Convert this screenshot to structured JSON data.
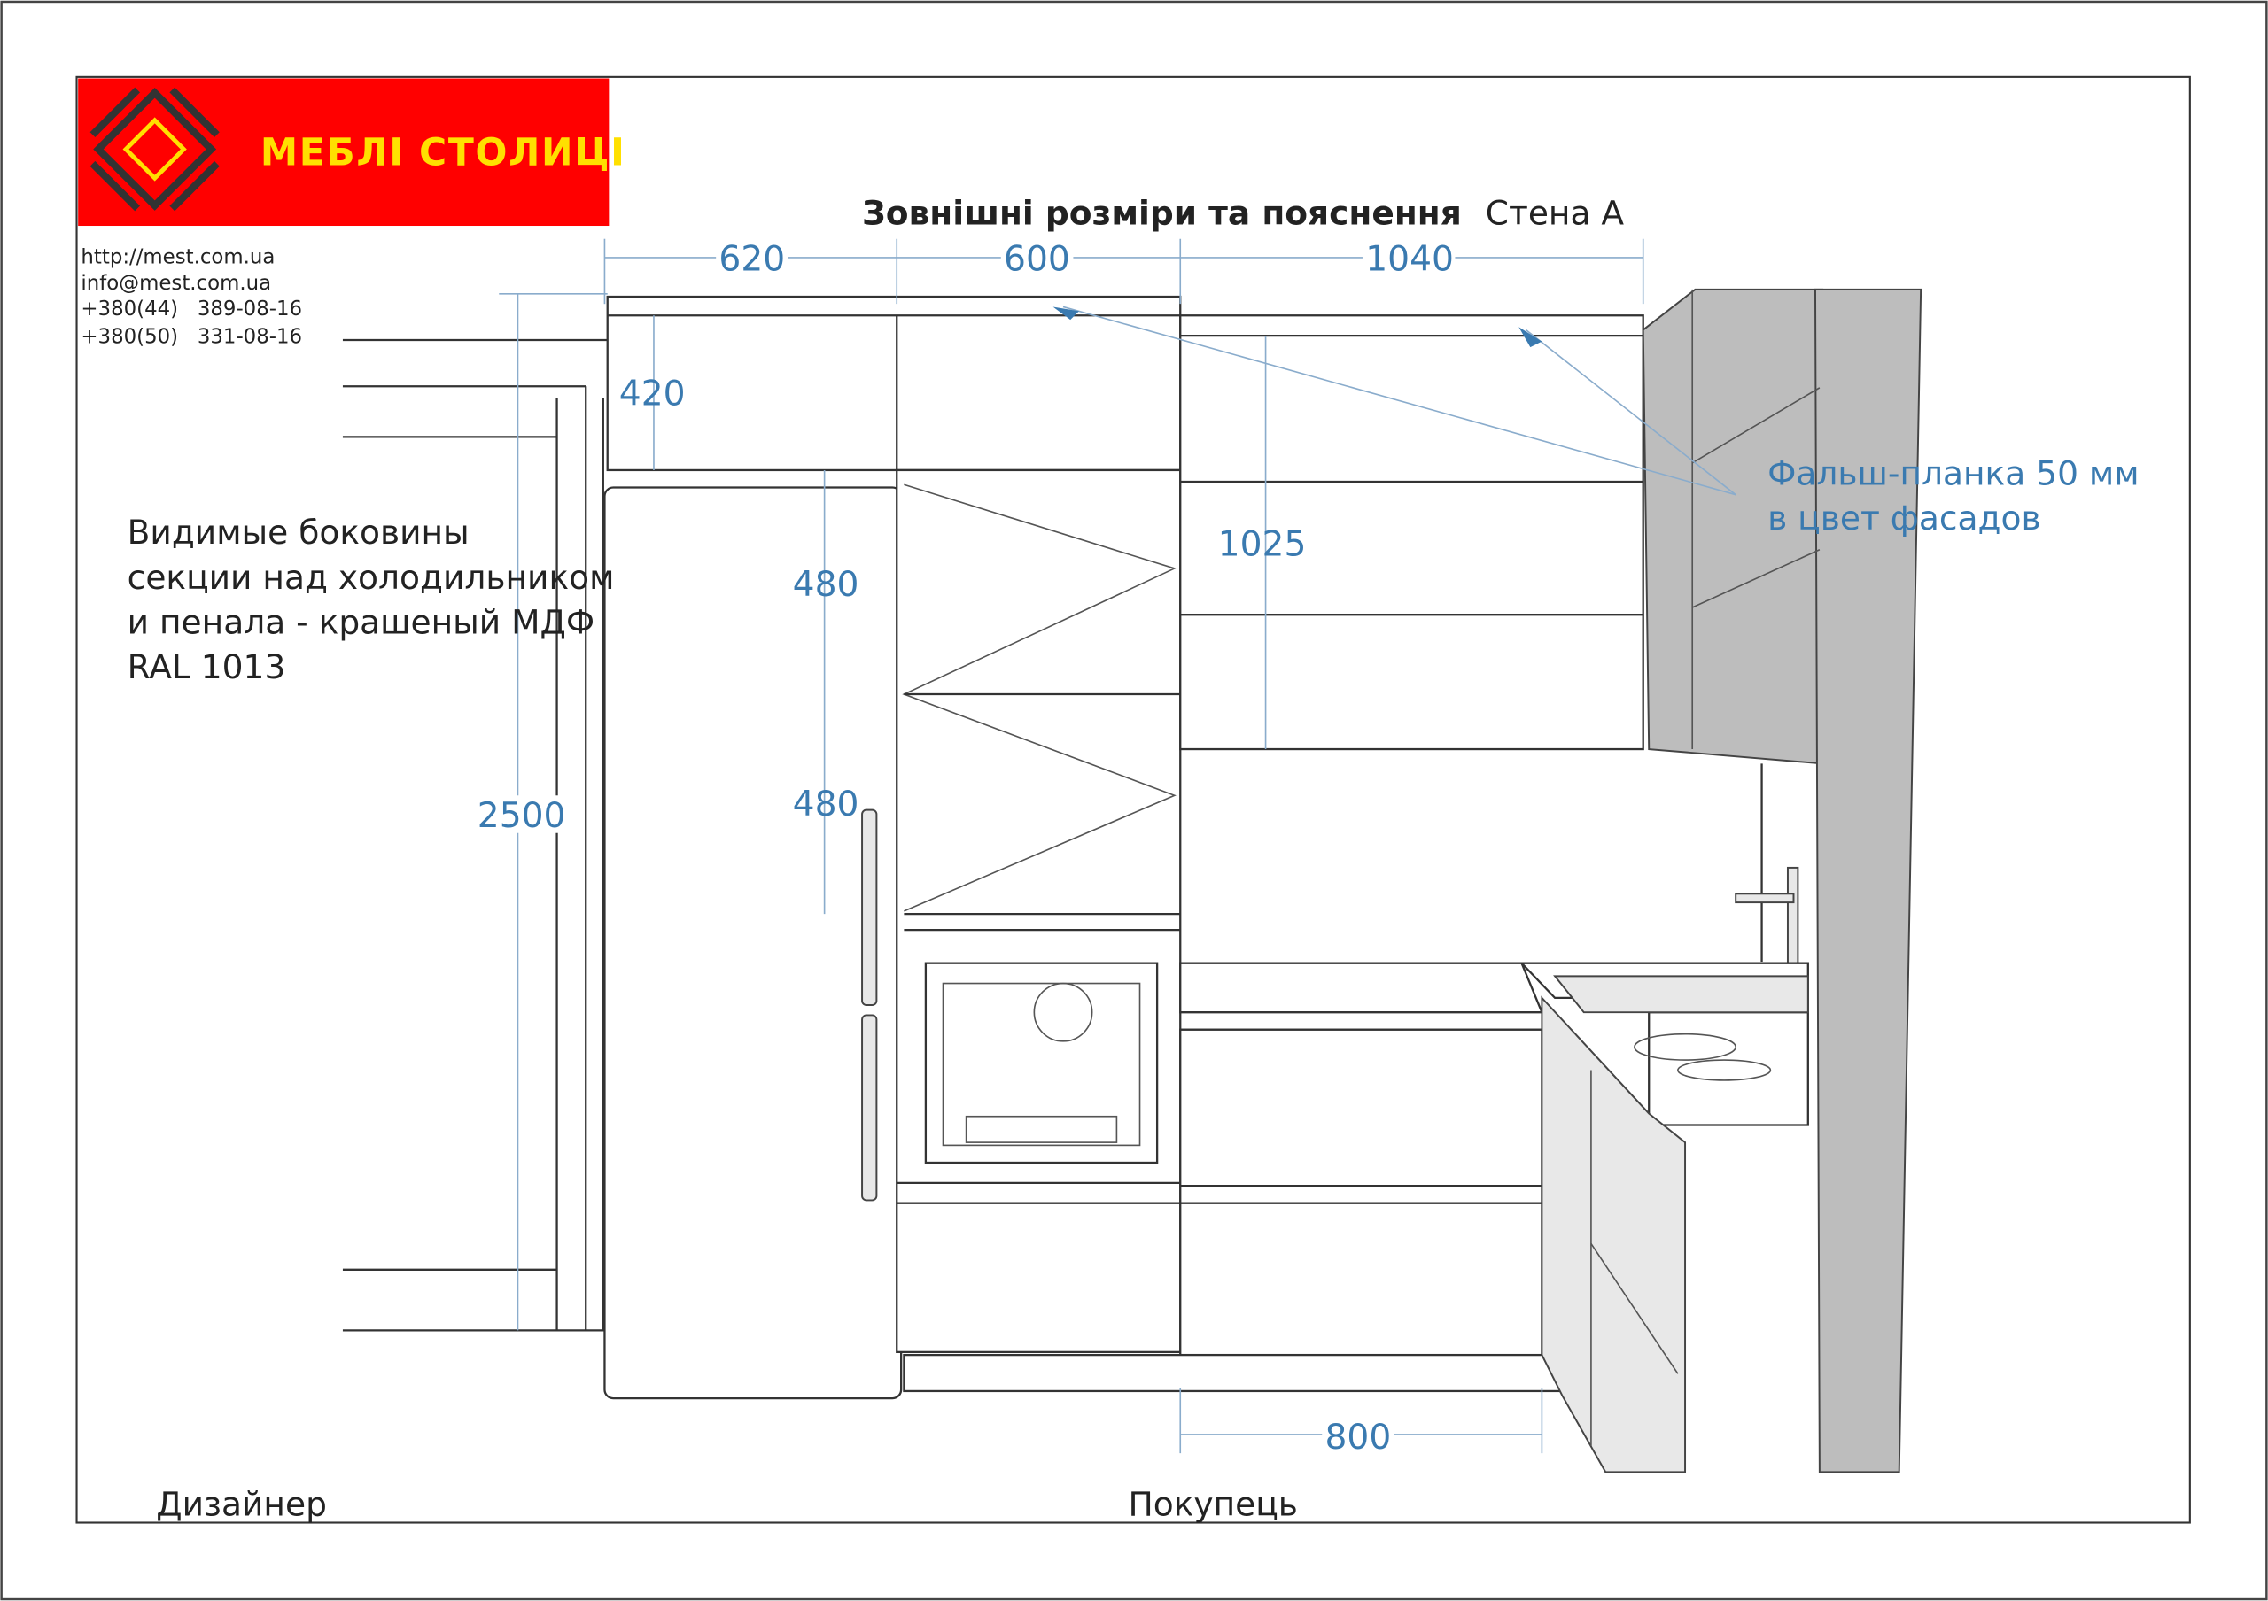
{
  "logo": {
    "brand": "МЕБЛІ СТОЛИЦІ",
    "bg_color": "#ff0000",
    "text_color": "#ffe000"
  },
  "contacts": [
    "http://mest.com.ua",
    "info@mest.com.ua",
    "+380(44)   389-08-16",
    "+380(50)   331-08-16"
  ],
  "header": {
    "title": "Зовнішні розміри та пояснення",
    "wall": "Стена А"
  },
  "dimensions": {
    "top_left": "620",
    "top_mid": "600",
    "top_right": "1040",
    "upper_height": "420",
    "shelf1": "480",
    "shelf2": "480",
    "wall_cab_height": "1025",
    "total_height": "2500",
    "base_width": "800"
  },
  "notes": {
    "left_note": [
      "Видимые боковины",
      "секции над холодильником",
      "и пенала - крашеный МДФ",
      "RAL 1013"
    ],
    "right_note": [
      "Фальш-планка 50 мм",
      "в цвет фасадов"
    ]
  },
  "footer": {
    "designer": "Дизайнер",
    "buyer": "Покупець"
  },
  "colors": {
    "dimension": "#3a7ab0",
    "wall": "#bdbdbd"
  }
}
